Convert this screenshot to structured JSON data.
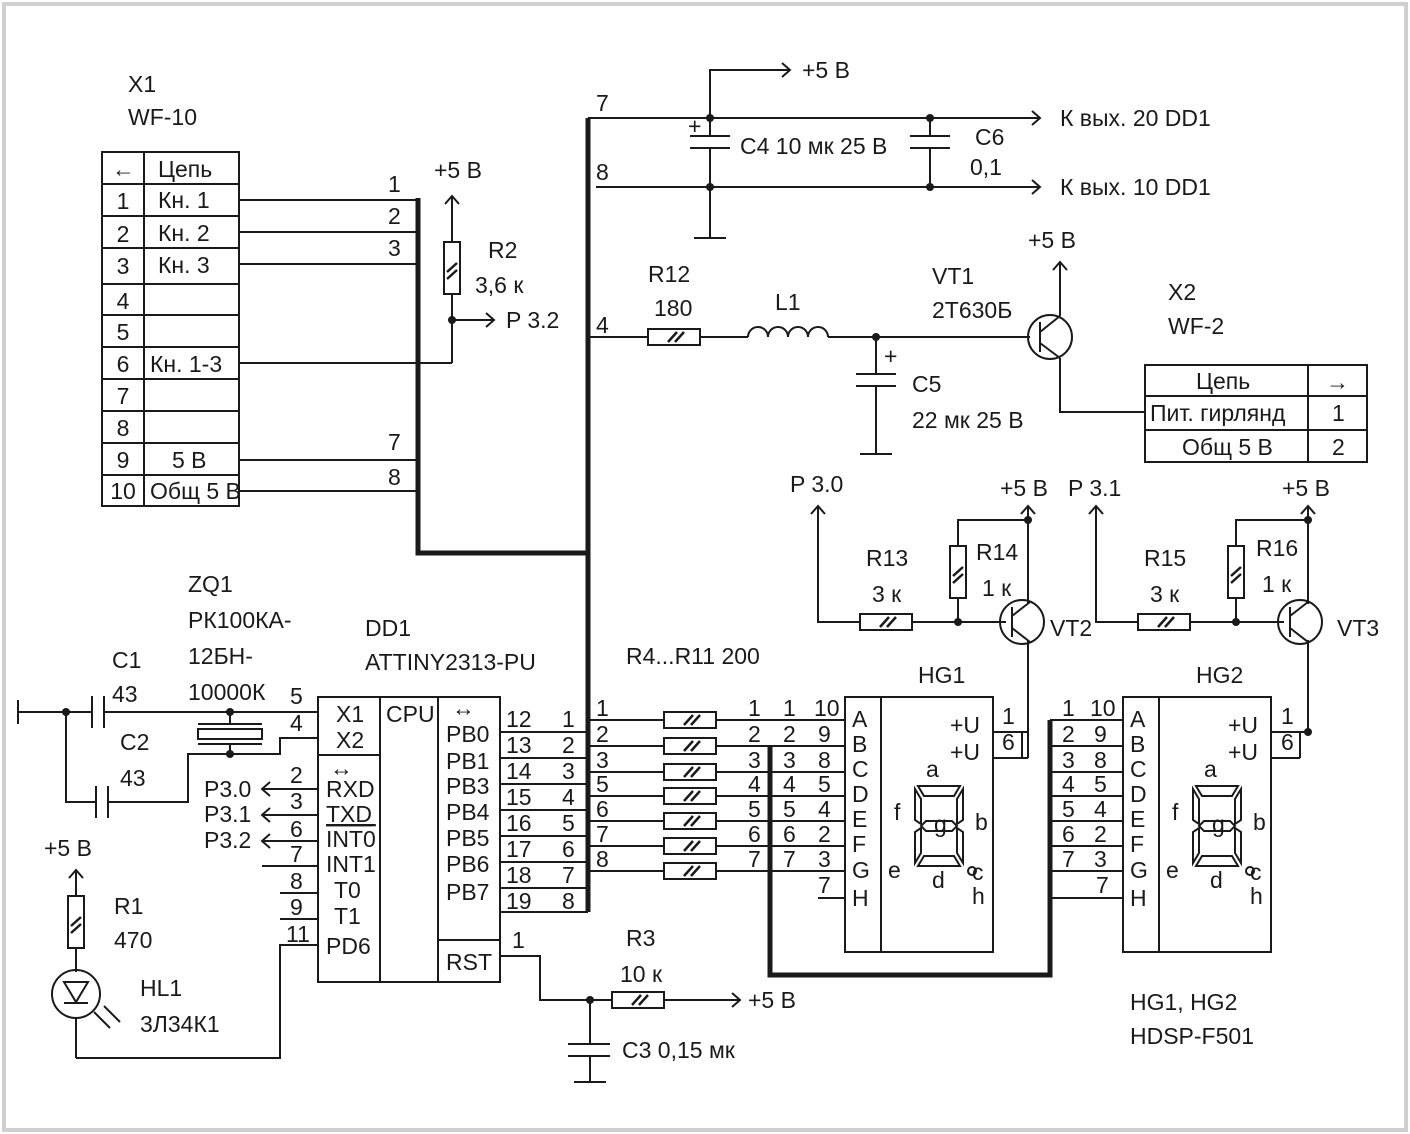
{
  "x1": {
    "ref": "X1",
    "type": "WF-10",
    "header_arrow": "←",
    "header_label": "Цепь",
    "rows": [
      {
        "num": "1",
        "label": "Кн. 1"
      },
      {
        "num": "2",
        "label": "Кн. 2"
      },
      {
        "num": "3",
        "label": "Кн. 3"
      },
      {
        "num": "4",
        "label": ""
      },
      {
        "num": "5",
        "label": ""
      },
      {
        "num": "6",
        "label": "Кн. 1-3"
      },
      {
        "num": "7",
        "label": ""
      },
      {
        "num": "8",
        "label": ""
      },
      {
        "num": "9",
        "label": "5 В"
      },
      {
        "num": "10",
        "label": "Общ 5 В"
      }
    ],
    "bus_nums": [
      "1",
      "2",
      "3",
      "7",
      "8"
    ]
  },
  "r2": {
    "ref": "R2",
    "value": "3,6 к",
    "supply": "+5 В",
    "port": "P 3.2"
  },
  "bus": {
    "n7": "7",
    "n8": "8",
    "n4": "4"
  },
  "c4": {
    "label": "C4 10 мк 25 В",
    "plus": "+"
  },
  "c6": {
    "ref": "C6",
    "value": "0,1"
  },
  "top_supply": "+5 В",
  "out_dd1_20": "К вых. 20 DD1",
  "out_dd1_10": "К вых. 10 DD1",
  "r12": {
    "ref": "R12",
    "value": "180"
  },
  "l1": "L1",
  "c5": {
    "ref": "C5",
    "value": "22 мк 25 В",
    "plus": "+"
  },
  "vt1": {
    "ref": "VT1",
    "type": "2Т630Б",
    "supply": "+5 В"
  },
  "x2": {
    "ref": "X2",
    "type": "WF-2",
    "header_label": "Цепь",
    "header_arrow": "→",
    "rows": [
      {
        "label": "Пит. гирлянд",
        "num": "1"
      },
      {
        "label": "Общ 5 В",
        "num": "2"
      }
    ]
  },
  "vt2": {
    "ref": "VT2",
    "r13_ref": "R13",
    "r13_value": "3 к",
    "r14_ref": "R14",
    "r14_value": "1 к",
    "port": "P 3.0",
    "supply": "+5 В"
  },
  "vt3": {
    "ref": "VT3",
    "r15_ref": "R15",
    "r15_value": "3 к",
    "r16_ref": "R16",
    "r16_value": "1 к",
    "port": "P 3.1",
    "supply": "+5 В"
  },
  "zq1": {
    "ref": "ZQ1",
    "line1": "РК100КА-",
    "line2": "12БН-",
    "line3": "10000К"
  },
  "c1": {
    "ref": "C1",
    "value": "43"
  },
  "c2": {
    "ref": "C2",
    "value": "43"
  },
  "dd1": {
    "ref": "DD1",
    "type": "ATTINY2313-PU",
    "cpu": "CPU",
    "io_arrow": "↔",
    "rst": "RST",
    "rst_num": "1",
    "x1": "X1",
    "x2": "X2",
    "x1_num": "5",
    "x2_num": "4",
    "left_pins": [
      "RXD",
      "TXD",
      "INT0",
      "INT1",
      "T0",
      "T1",
      "PD6"
    ],
    "left_nums": [
      "2",
      "3",
      "6",
      "7",
      "8",
      "9",
      "11"
    ],
    "left_ports": [
      "P3.0",
      "P3.1",
      "P3.2"
    ],
    "pb_pins": [
      "PB0",
      "PB1",
      "PB3",
      "PB4",
      "PB5",
      "PB6",
      "PB7"
    ],
    "pb_nums": [
      "12",
      "13",
      "14",
      "15",
      "16",
      "17",
      "18",
      "19"
    ],
    "bus_nums": [
      "1",
      "2",
      "3",
      "4",
      "5",
      "6",
      "7",
      "8"
    ]
  },
  "r4r11": {
    "label": "R4...R11 200",
    "left_nums": [
      "1",
      "2",
      "3",
      "5",
      "6",
      "7",
      "8"
    ],
    "right_nums": [
      "1",
      "2",
      "3",
      "4",
      "5",
      "6",
      "7"
    ]
  },
  "hg1": {
    "ref": "HG1",
    "pin_a": [
      "1",
      "2",
      "3",
      "4",
      "5",
      "6",
      "7"
    ],
    "pin_b": [
      "10",
      "9",
      "8",
      "5",
      "4",
      "2",
      "3"
    ],
    "last_num": "7",
    "segments": [
      "A",
      "B",
      "C",
      "D",
      "E",
      "F",
      "G",
      "H"
    ],
    "plus_u": "+U",
    "plus_u2": "+U",
    "pu_num1": "1",
    "pu_num2": "6",
    "seg_labels": {
      "a": "a",
      "b": "b",
      "c": "c",
      "d": "d",
      "e": "e",
      "f": "f",
      "g": "g",
      "h": "h"
    }
  },
  "hg2": {
    "ref": "HG2",
    "pin_a": [
      "1",
      "2",
      "3",
      "4",
      "5",
      "6",
      "7"
    ],
    "pin_b": [
      "10",
      "9",
      "8",
      "5",
      "4",
      "2",
      "3"
    ],
    "last_num": "7",
    "segments": [
      "A",
      "B",
      "C",
      "D",
      "E",
      "F",
      "G",
      "H"
    ],
    "plus_u": "+U",
    "plus_u2": "+U",
    "pu_num1": "1",
    "pu_num2": "6",
    "seg_labels": {
      "a": "a",
      "b": "b",
      "c": "c",
      "d": "d",
      "e": "e",
      "f": "f",
      "g": "g",
      "h": "h"
    }
  },
  "hg_note": {
    "line1": "HG1, HG2",
    "line2": "HDSP-F501"
  },
  "r3": {
    "ref": "R3",
    "value": "10 к",
    "supply": "+5 В"
  },
  "c3": "C3 0,15 мк",
  "r1": {
    "ref": "R1",
    "value": "470",
    "supply": "+5 В"
  },
  "hl1": {
    "ref": "HL1",
    "type": "3Л34К1"
  }
}
